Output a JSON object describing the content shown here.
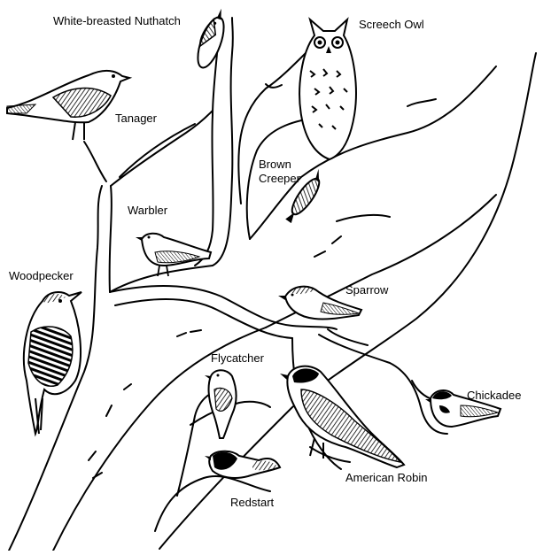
{
  "birds": [
    {
      "key": "nuthatch",
      "label": "White-breasted Nuthatch"
    },
    {
      "key": "owl",
      "label": "Screech Owl"
    },
    {
      "key": "tanager",
      "label": "Tanager"
    },
    {
      "key": "creeper",
      "label": "Brown\nCreeper"
    },
    {
      "key": "warbler",
      "label": "Warbler"
    },
    {
      "key": "woodpecker",
      "label": "Woodpecker"
    },
    {
      "key": "sparrow",
      "label": "Sparrow"
    },
    {
      "key": "flycatcher",
      "label": "Flycatcher"
    },
    {
      "key": "chickadee",
      "label": "Chickadee"
    },
    {
      "key": "robin",
      "label": "American Robin"
    },
    {
      "key": "redstart",
      "label": "Redstart"
    }
  ],
  "colors": {
    "ink": "#000000",
    "paper": "#ffffff"
  }
}
